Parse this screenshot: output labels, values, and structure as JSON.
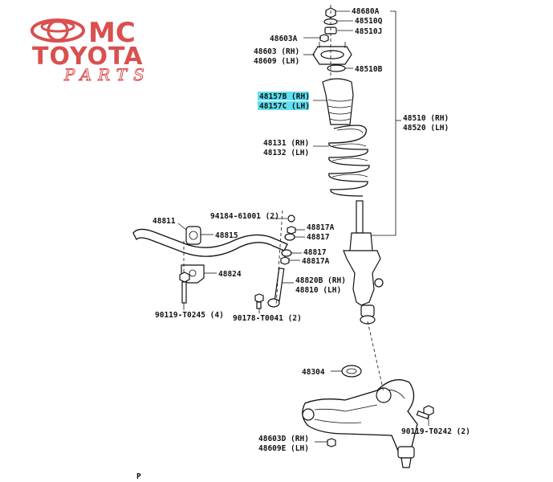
{
  "logo": {
    "line1": "MC",
    "line2": "TOYOTA",
    "line3": "PARTS"
  },
  "labels": {
    "p48680A": "48680A",
    "p48510Q": "48510Q",
    "p48510J": "48510J",
    "p48603A": "48603A",
    "p48603RH": "48603 (RH)",
    "p48609LH": "48609 (LH)",
    "p48510B": "48510B",
    "p48157B": "48157B (RH)",
    "p48157C": "48157C (LH)",
    "p48510RH": "48510 (RH)",
    "p48520LH": "48520 (LH)",
    "p48131RH": "48131 (RH)",
    "p48132LH": "48132 (LH)",
    "p48811": "48811",
    "p94184": "94184-61001 (2)",
    "p48817A_top": "48817A",
    "p48817_top": "48817",
    "p48815": "48815",
    "p48817_bot": "48817",
    "p48817A_bot": "48817A",
    "p48824": "48824",
    "p48820B": "48820B (RH)",
    "p48810": "48810 (LH)",
    "p90119a": "90119-T0245 (4)",
    "p90178": "90178-T0041 (2)",
    "p48304": "48304",
    "p90119b": "90119-T0242 (2)",
    "p48603D": "48603D (RH)",
    "p48609E": "48609E (LH)",
    "mark": "P"
  }
}
